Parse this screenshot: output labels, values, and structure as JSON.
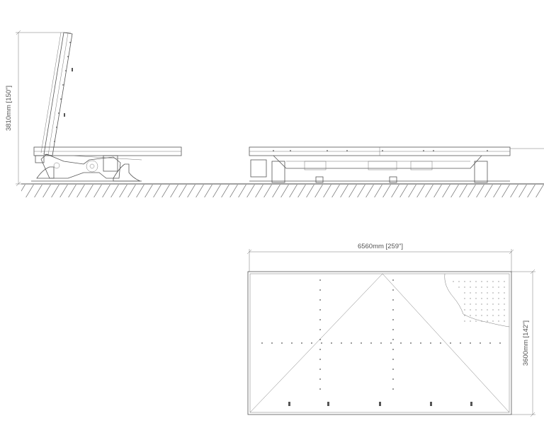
{
  "dimensions": {
    "height": "3810mm [150\"]",
    "length": "6560mm [259\"]",
    "width": "3600mm [142\"]"
  },
  "views": [
    "side-view-tilted",
    "side-view-flat",
    "top-view"
  ]
}
